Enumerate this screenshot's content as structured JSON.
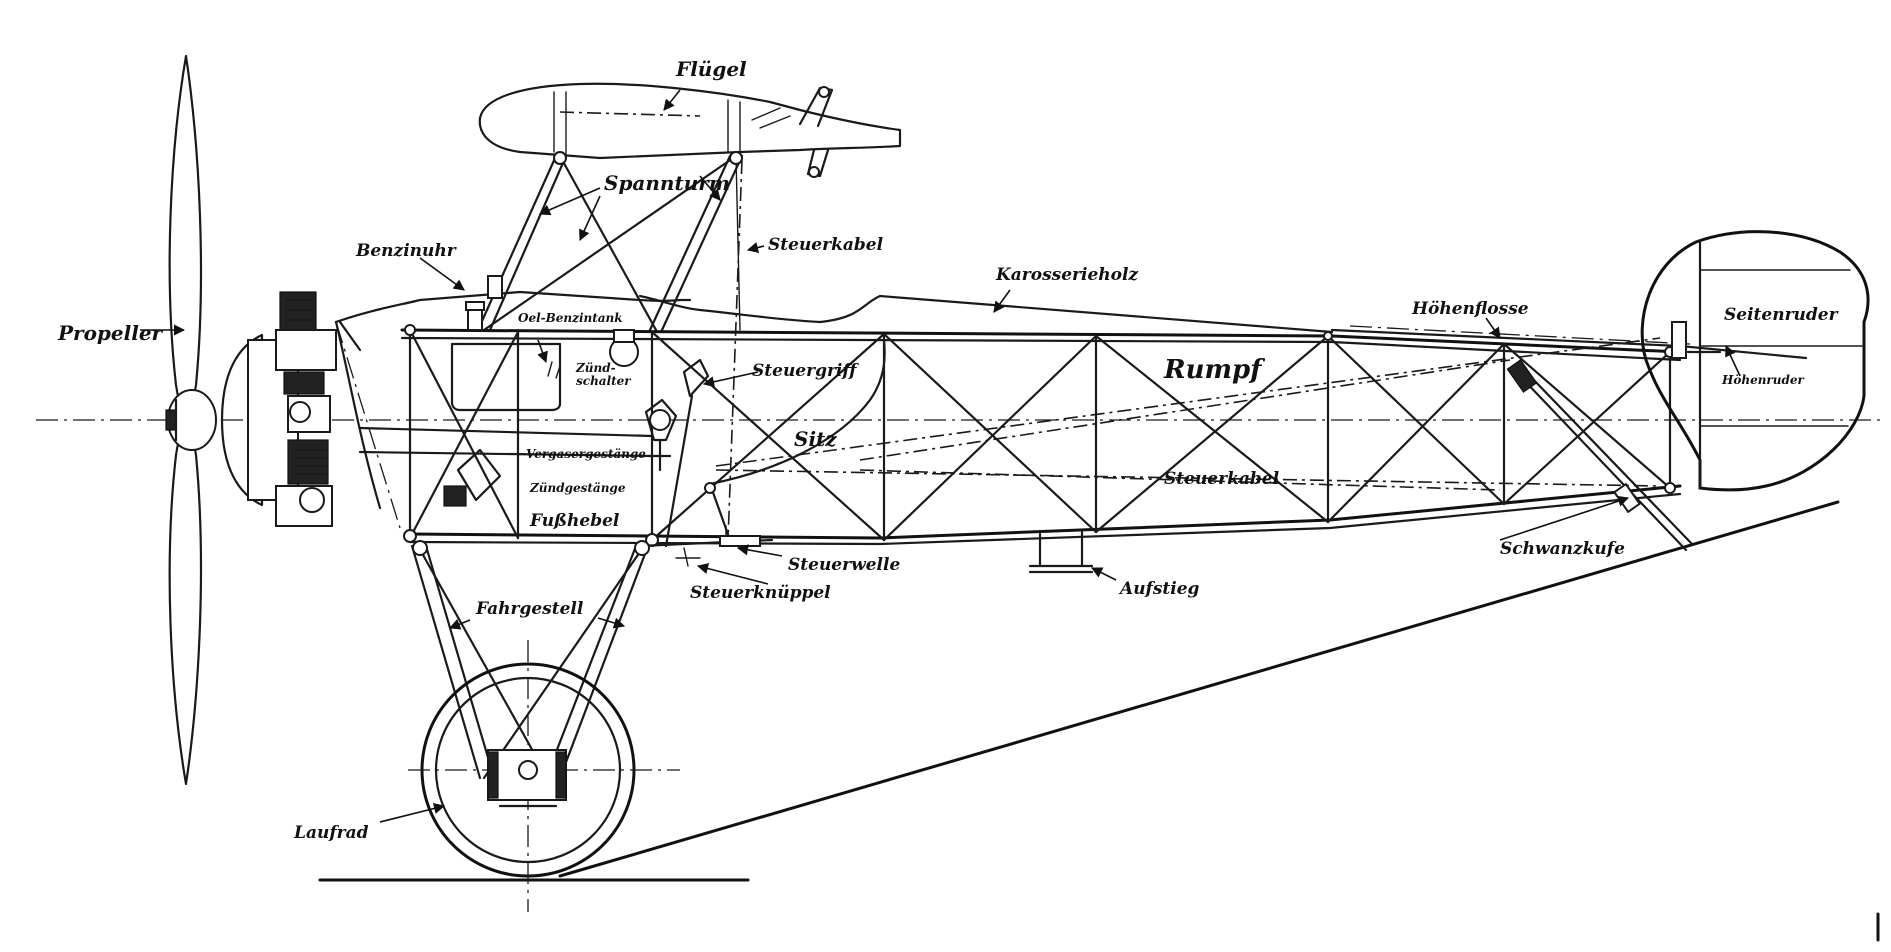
{
  "labels": {
    "propeller": "Propeller",
    "fluegel": "Flügel",
    "spannturm": "Spannturm",
    "benzinuhr": "Benzinuhr",
    "steuerkabel_top": "Steuerkabel",
    "karosserieholz": "Karosserieholz",
    "oel_benzintank": "Oel-Benzintank",
    "zuendschalter": "Zünd-\nschalter",
    "steuergriff": "Steuergriff",
    "rumpf": "Rumpf",
    "hoehenflosse": "Höhenflosse",
    "seitenruder": "Seitenruder",
    "hoehenruder": "Höhenruder",
    "sitz": "Sitz",
    "vergasergestaenge": "Vergasergestänge",
    "zuendgestaenge": "Zündgestänge",
    "fusshebel": "Fußhebel",
    "steuerkabel_mid": "Steuerkabel",
    "schwanzkufe": "Schwanzkufe",
    "steuerwelle": "Steuerwelle",
    "steuerknueppel": "Steuerknüppel",
    "aufstieg": "Aufstieg",
    "fahrgestell": "Fahrgestell",
    "laufrad": "Laufrad"
  },
  "colors": {
    "ink": "#1a1a1a",
    "paper": "#ffffff"
  }
}
